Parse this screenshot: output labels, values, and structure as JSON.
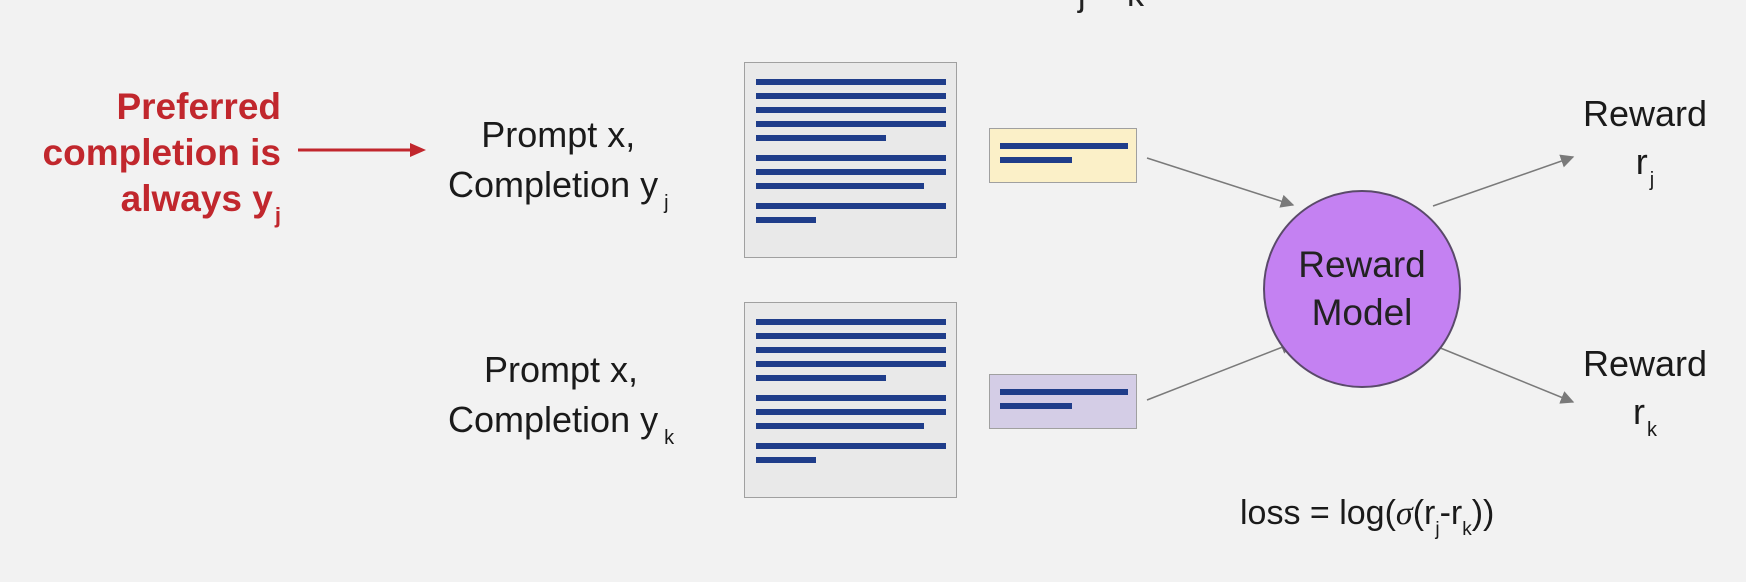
{
  "top_strip": {
    "fragments": [
      "j",
      "k"
    ]
  },
  "note": {
    "lines": [
      "Preferred",
      "completion is",
      "always y"
    ],
    "subscript": "j",
    "color": "#c1272d"
  },
  "inputs": [
    {
      "prompt": "Prompt x,",
      "completion": "Completion  y",
      "subscript": "j"
    },
    {
      "prompt": "Prompt x,",
      "completion": "Completion  y",
      "subscript": "k"
    }
  ],
  "model": {
    "line1": "Reward",
    "line2": "Model",
    "color": "#c481f2"
  },
  "outputs": [
    {
      "label": "Reward",
      "symbol": "r",
      "subscript": "j"
    },
    {
      "label": "Reward",
      "symbol": "r",
      "subscript": "k"
    }
  ],
  "loss": {
    "prefix": "loss = log(",
    "sigma": "σ",
    "open": "(r",
    "sub1": "j",
    "minus": "-r",
    "sub2": "k",
    "close": "))"
  },
  "colors": {
    "doc_line": "#1f3d8a",
    "embedding_preferred": "#fbf0c8",
    "embedding_other": "#d4cde6"
  }
}
